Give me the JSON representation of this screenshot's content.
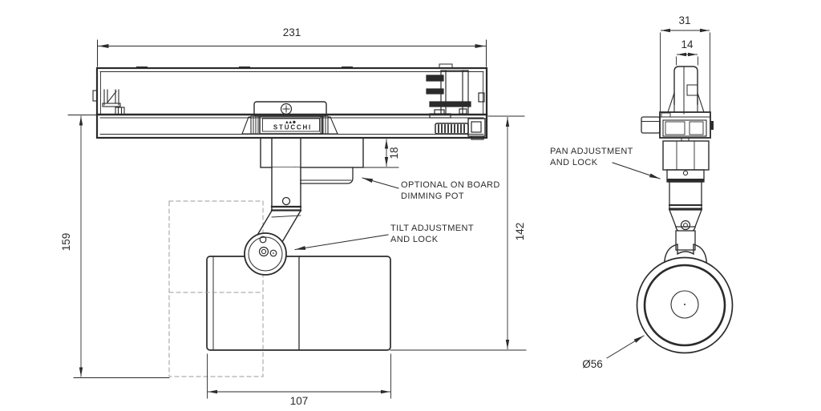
{
  "drawing": {
    "dims": {
      "track_length": "231",
      "height_overall": "159",
      "height_from_track": "142",
      "plate_depth": "18",
      "body_length": "107",
      "adapter_depth": "31",
      "tab_depth": "14",
      "head_diameter": "Ø56"
    },
    "labels": {
      "dimming_line1": "OPTIONAL ON BOARD",
      "dimming_line2": "DIMMING POT",
      "tilt_line1": "TILT ADJUSTMENT",
      "tilt_line2": "AND LOCK",
      "pan_line1": "PAN ADJUSTMENT",
      "pan_line2": "AND LOCK"
    },
    "adapter": {
      "brand": "STUCCHI",
      "logo_marks": "▲▲●"
    },
    "colors": {
      "line": "#2b2b2b",
      "ghost": "#9b9b9b",
      "background": "#ffffff"
    }
  }
}
